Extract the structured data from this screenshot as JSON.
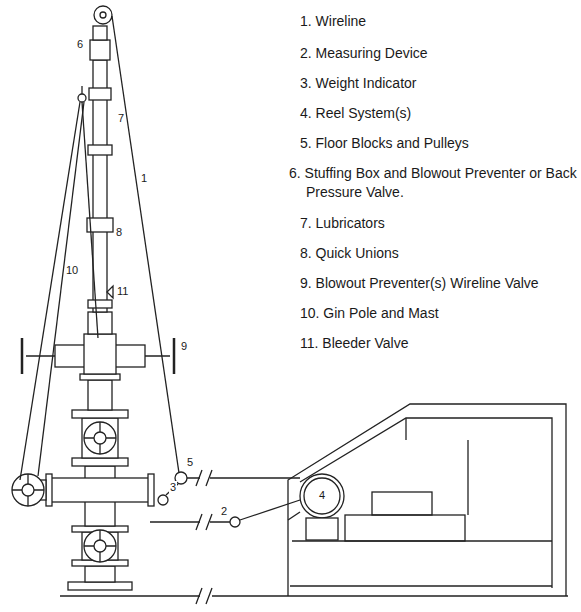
{
  "diagram": {
    "labels": [
      "1. Wireline",
      "2. Measuring Device",
      "3. Weight Indicator",
      "4. Reel System(s)",
      "5. Floor Blocks and Pulleys",
      "6. Stuffing Box and Blowout Preventer or Back Pressure Valve.",
      "7. Lubricators",
      "8. Quick Unions",
      "9. Blowout Preventer(s) Wireline Valve",
      "10. Gin Pole and Mast",
      "11. Bleeder Valve",
      "6",
      "7",
      "8",
      "11",
      "9",
      "10",
      "1",
      "5",
      "3",
      "2",
      "4"
    ]
  }
}
